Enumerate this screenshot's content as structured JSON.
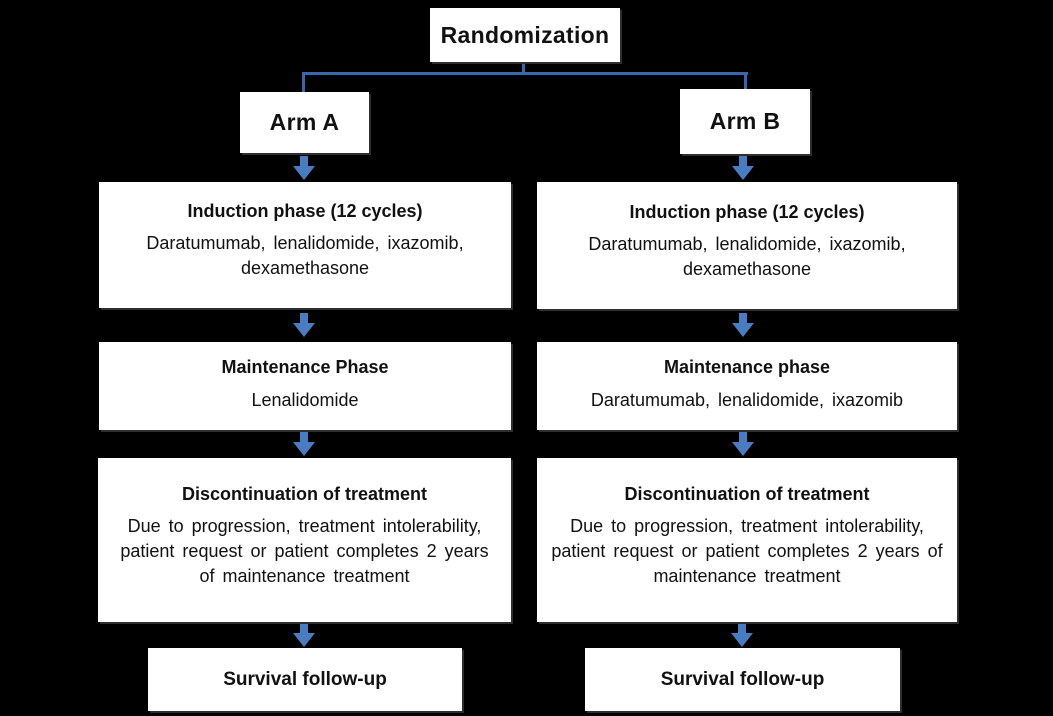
{
  "colors": {
    "background": "#000000",
    "box_bg": "#FFFFFF",
    "text": "#111111",
    "connector_blue": "#3A66AE",
    "arrow_blue": "#4A7CC2"
  },
  "flowchart": {
    "randomization_label": "Randomization",
    "arms": [
      {
        "arm_label": "Arm A",
        "induction": {
          "title": "Induction phase (12 cycles)",
          "body": "Daratumumab, lenalidomide, ixazomib, dexamethasone"
        },
        "maintenance": {
          "title": "Maintenance Phase",
          "body": "Lenalidomide"
        },
        "discontinuation": {
          "title": "Discontinuation of treatment",
          "body": "Due to progression, treatment intolerability, patient request or patient completes 2 years of maintenance treatment"
        },
        "survival_label": "Survival follow-up"
      },
      {
        "arm_label": "Arm B",
        "induction": {
          "title": "Induction phase (12 cycles)",
          "body": "Daratumumab, lenalidomide, ixazomib, dexamethasone"
        },
        "maintenance": {
          "title": "Maintenance phase",
          "body": "Daratumumab, lenalidomide, ixazomib"
        },
        "discontinuation": {
          "title": "Discontinuation of treatment",
          "body": "Due to progression, treatment intolerability, patient request or patient completes 2 years of maintenance treatment"
        },
        "survival_label": "Survival follow-up"
      }
    ]
  }
}
